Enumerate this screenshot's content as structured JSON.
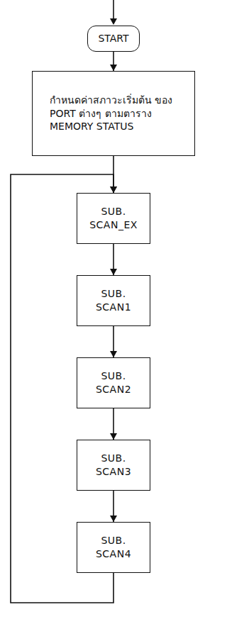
{
  "diagram": {
    "nodes": [
      {
        "text": [
          "START"
        ]
      },
      {
        "text": [
          "กำหนดค่าสภาวะเริ่มต้น ของ PORT ต่างๆ ตามตาราง MEMORY STATUS"
        ]
      },
      {
        "text": [
          "SUB. SCAN_EX"
        ]
      },
      {
        "text": [
          "SUB. SCAN1"
        ]
      },
      {
        "text": [
          "SUB. SCAN2"
        ]
      },
      {
        "text": [
          "SUB. SCAN3"
        ]
      },
      {
        "text": [
          "SUB. SCAN4"
        ]
      }
    ],
    "edges": [
      {
        "from": 0,
        "to": 1,
        "arrow": "to"
      },
      {
        "from": 1,
        "to": 2,
        "arrow": "to"
      },
      {
        "from": 2,
        "to": 3,
        "arrow": "to"
      },
      {
        "from": 3,
        "to": 4,
        "arrow": "to"
      },
      {
        "from": 4,
        "to": 5,
        "arrow": "to"
      },
      {
        "from": 5,
        "to": 6,
        "arrow": "to"
      },
      {
        "from": 6,
        "to": 2,
        "arrow": "to"
      }
    ]
  }
}
